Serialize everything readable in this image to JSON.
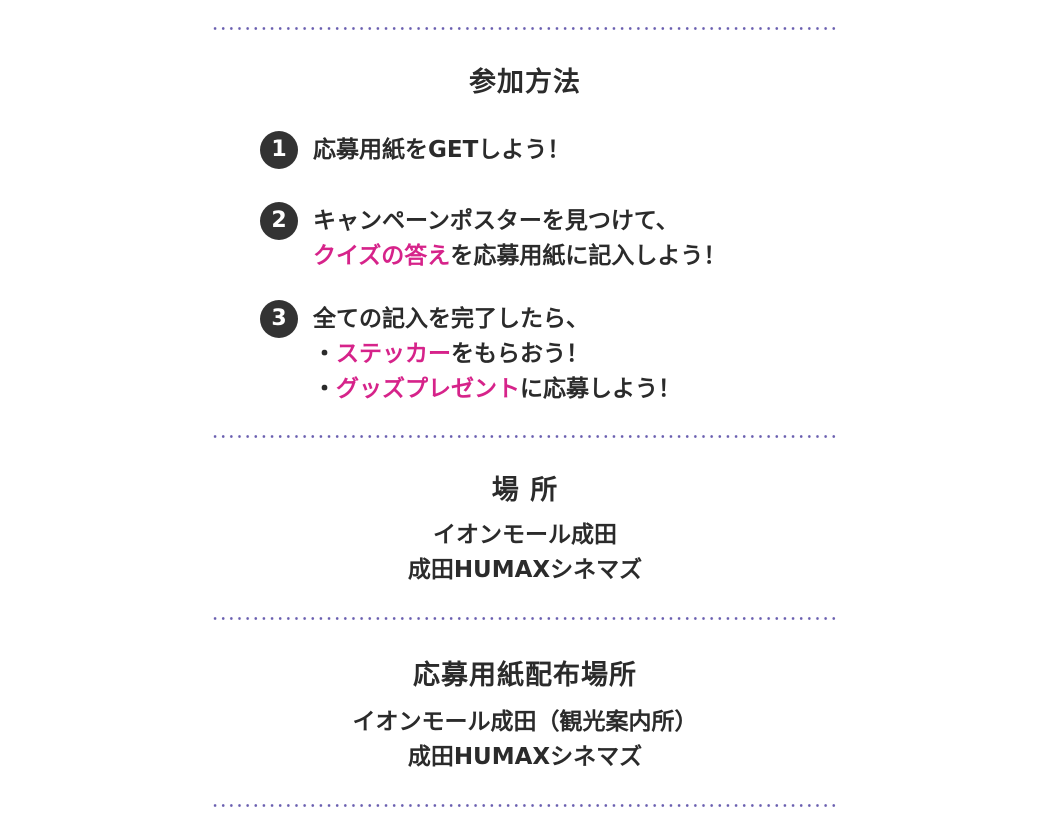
{
  "participation": {
    "title": "参加方法",
    "steps": [
      {
        "number": "1",
        "lines": [
          {
            "text": "応募用紙をGETしよう！"
          }
        ]
      },
      {
        "number": "2",
        "lines": [
          {
            "text": "キャンペーンポスターを見つけて、"
          },
          {
            "highlight": "クイズの答え",
            "rest": "を応募用紙に記入しよう！"
          }
        ]
      },
      {
        "number": "3",
        "lines": [
          {
            "text": "全ての記入を完了したら、"
          },
          {
            "prefix": "・",
            "highlight": "ステッカー",
            "rest": "をもらおう！"
          },
          {
            "prefix": "・",
            "highlight": "グッズプレゼント",
            "rest": "に応募しよう！"
          }
        ]
      }
    ]
  },
  "location": {
    "title": "場 所",
    "lines": [
      "イオンモール成田",
      "成田HUMAXシネマズ"
    ]
  },
  "distribution": {
    "title": "応募用紙配布場所",
    "lines": [
      "イオンモール成田（観光案内所）",
      "成田HUMAXシネマズ"
    ]
  },
  "colors": {
    "highlight": "#d6238a",
    "divider_dots": "#6a5fb0",
    "text": "#2b2b2b",
    "number_badge": "#333333"
  }
}
